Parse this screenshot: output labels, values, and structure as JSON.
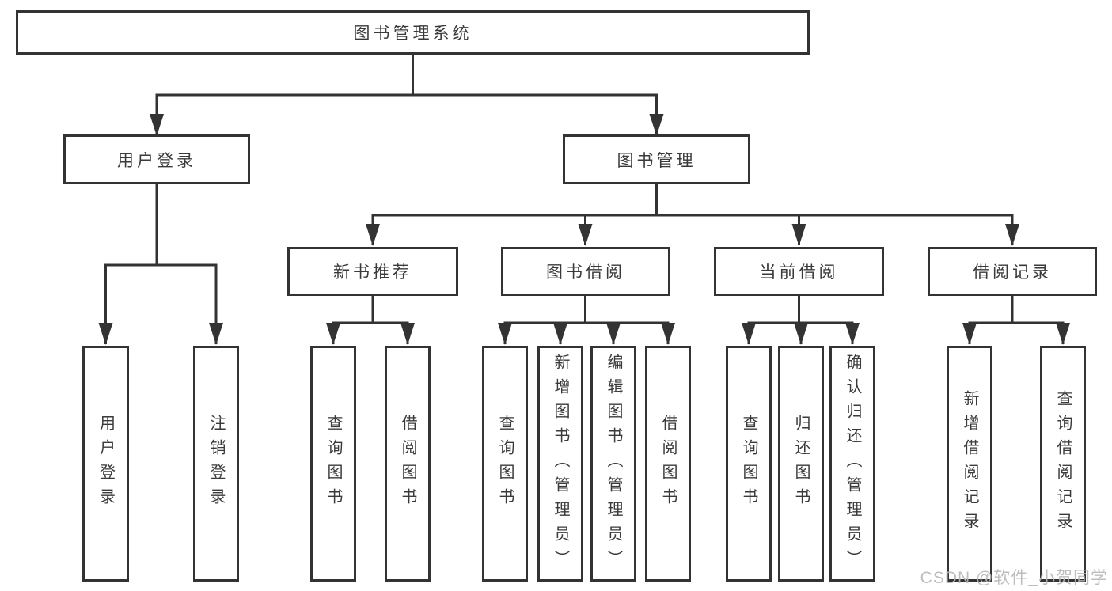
{
  "tree": {
    "label": "图书管理系统",
    "children": [
      {
        "label": "用户登录",
        "children": [
          {
            "label": "用户登录"
          },
          {
            "label": "注销登录"
          }
        ]
      },
      {
        "label": "图书管理",
        "children": [
          {
            "label": "新书推荐",
            "children": [
              {
                "label": "查询图书"
              },
              {
                "label": "借阅图书"
              }
            ]
          },
          {
            "label": "图书借阅",
            "children": [
              {
                "label": "查询图书"
              },
              {
                "label": "新增图书（管理员）"
              },
              {
                "label": "编辑图书（管理员）"
              },
              {
                "label": "借阅图书"
              }
            ]
          },
          {
            "label": "当前借阅",
            "children": [
              {
                "label": "查询图书"
              },
              {
                "label": "归还图书"
              },
              {
                "label": "确认归还（管理员）"
              }
            ]
          },
          {
            "label": "借阅记录",
            "children": [
              {
                "label": "新增借阅记录"
              },
              {
                "label": "查询借阅记录"
              }
            ]
          }
        ]
      }
    ]
  },
  "watermark": {
    "text": "CSDN @软件_小贺同学"
  },
  "colors": {
    "line": "#333333",
    "box_border": "#333333",
    "text": "#3a3a3a",
    "background": "#ffffff",
    "watermark": "#b8b8b8"
  }
}
